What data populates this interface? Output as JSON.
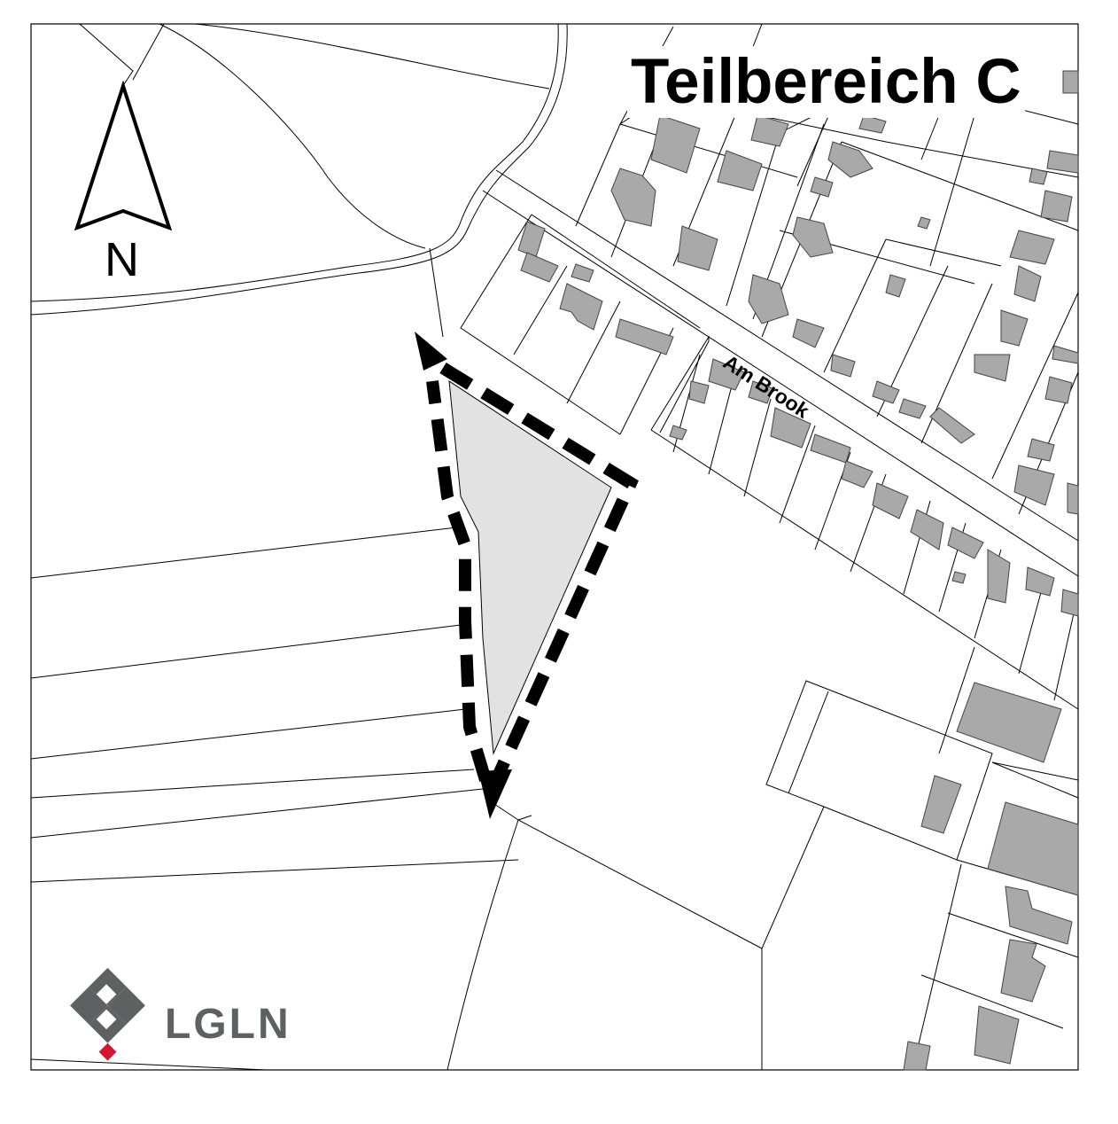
{
  "map": {
    "title": "Teilbereich C",
    "north_label": "N",
    "street_label": "Am Brook",
    "logo_text": "LGLN"
  },
  "colors": {
    "area_fill": "#e2e2e2",
    "building_fill": "#a9a9a9",
    "logo_gray": "#5f6062",
    "logo_red": "#d2172f"
  }
}
